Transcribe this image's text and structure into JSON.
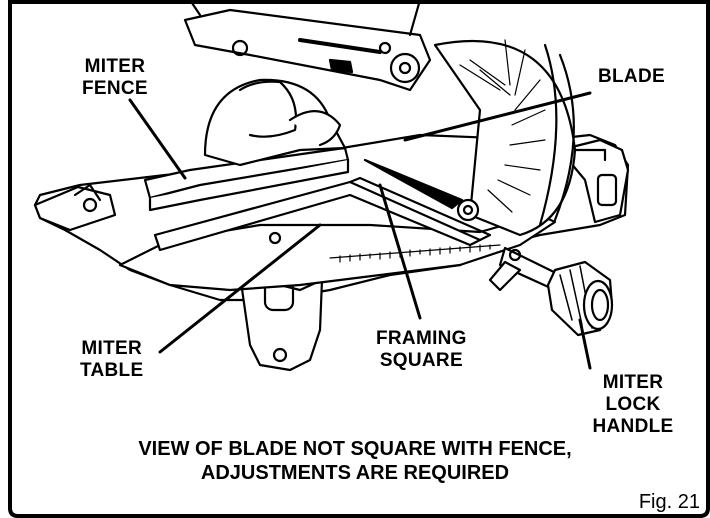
{
  "labels": {
    "miter_fence_1": "MITER",
    "miter_fence_2": "FENCE",
    "blade": "BLADE",
    "miter_table_1": "MITER",
    "miter_table_2": "TABLE",
    "framing_square_1": "FRAMING",
    "framing_square_2": "SQUARE",
    "miter_lock_1": "MITER",
    "miter_lock_2": "LOCK HANDLE"
  },
  "caption": {
    "line1": "VIEW OF BLADE NOT SQUARE WITH FENCE,",
    "line2": "ADJUSTMENTS ARE REQUIRED"
  },
  "figure_number": "Fig. 21",
  "colors": {
    "ink": "#000000",
    "paper": "#ffffff"
  }
}
